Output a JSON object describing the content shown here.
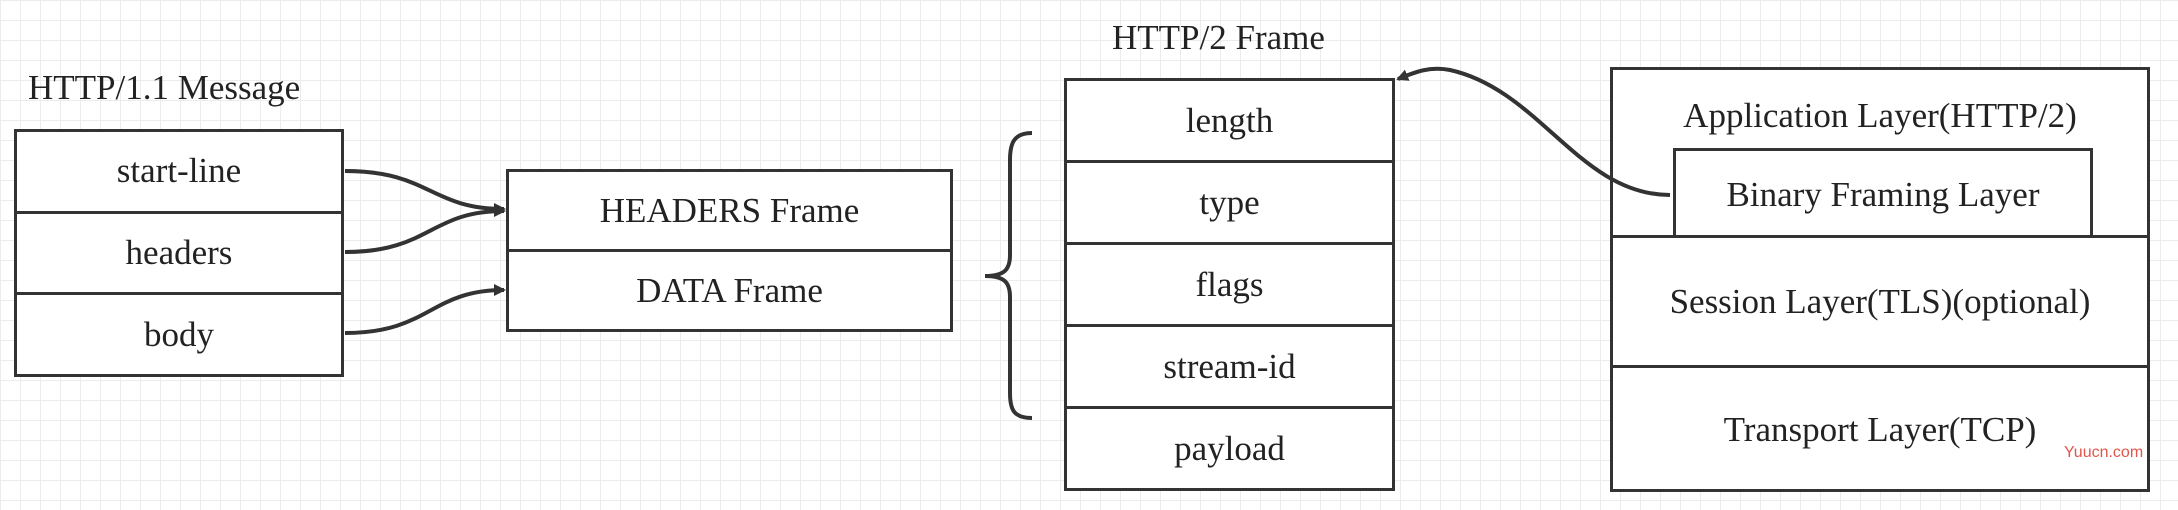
{
  "http1": {
    "title": "HTTP/1.1 Message",
    "rows": [
      "start-line",
      "headers",
      "body"
    ]
  },
  "frames": {
    "rows": [
      "HEADERS Frame",
      "DATA Frame"
    ]
  },
  "http2": {
    "title": "HTTP/2 Frame",
    "rows": [
      "length",
      "type",
      "flags",
      "stream-id",
      "payload"
    ]
  },
  "layers": {
    "application": "Application Layer(HTTP/2)",
    "binary": "Binary Framing Layer",
    "session": "Session Layer(TLS)(optional)",
    "transport": "Transport Layer(TCP)"
  },
  "watermark": "Yuucn.com",
  "colors": {
    "stroke": "#333333",
    "grid": "#ececec",
    "watermark": "#e0564b"
  }
}
